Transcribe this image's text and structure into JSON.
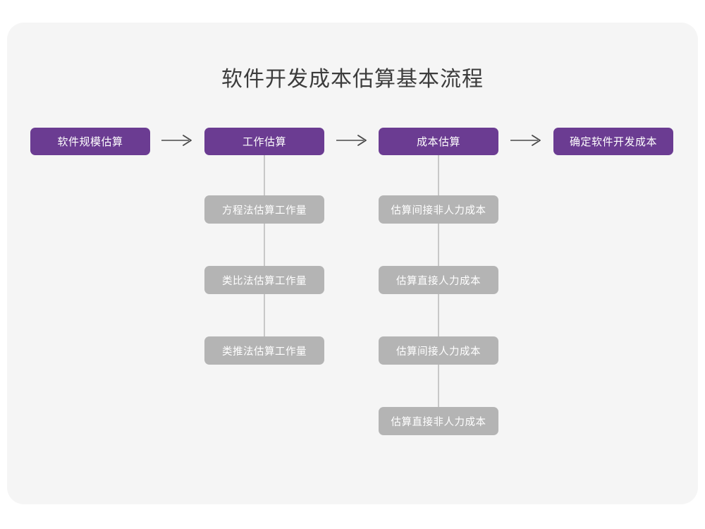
{
  "page": {
    "title": "软件开发成本估算基本流程",
    "background_color": "#ffffff",
    "card_color": "#f5f5f5",
    "primary_color": "#6b3c92",
    "secondary_color": "#b4b4b4",
    "connector_color": "#c8c8c8",
    "title_color": "#3c3c3c"
  },
  "flow": {
    "arrows": [
      {
        "name": "arrow-1",
        "glyph": "→"
      },
      {
        "name": "arrow-2",
        "glyph": "→"
      },
      {
        "name": "arrow-3",
        "glyph": "→"
      }
    ],
    "stages": [
      {
        "id": "stage-1",
        "label": "软件规模估算",
        "substeps": []
      },
      {
        "id": "stage-2",
        "label": "工作估算",
        "substeps": [
          "方程法估算工作量",
          "类比法估算工作量",
          "类推法估算工作量"
        ]
      },
      {
        "id": "stage-3",
        "label": "成本估算",
        "substeps": [
          "估算间接非人力成本",
          "估算直接人力成本",
          "估算间接人力成本",
          "估算直接非人力成本"
        ]
      },
      {
        "id": "stage-4",
        "label": "确定软件开发成本",
        "substeps": []
      }
    ]
  }
}
